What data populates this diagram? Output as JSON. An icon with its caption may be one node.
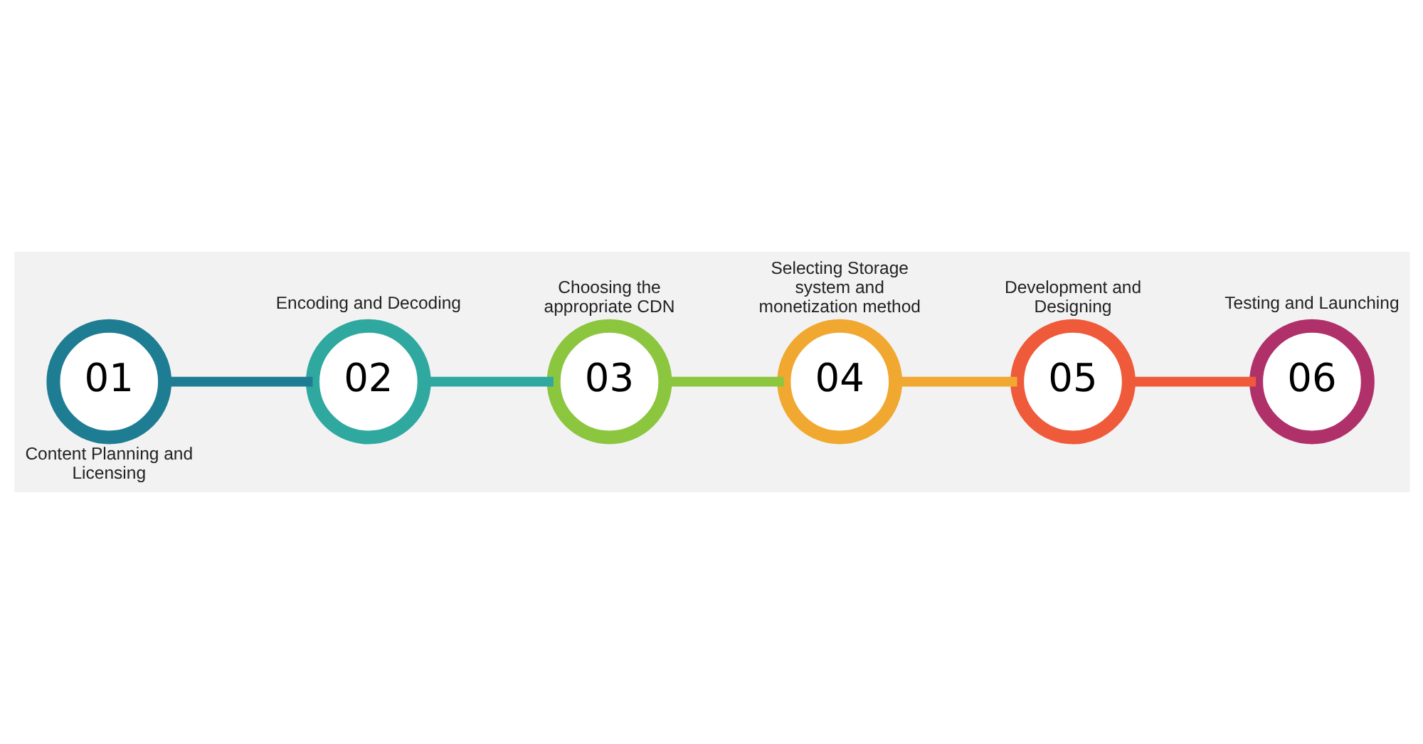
{
  "diagram": {
    "nodes": [
      {
        "text": [
          "01"
        ],
        "beside": [
          "Content Planning and Licensing"
        ]
      },
      {
        "text": [
          "02"
        ],
        "beside": [
          "Encoding and Decoding"
        ]
      },
      {
        "text": [
          "03"
        ],
        "beside": [
          "Choosing the appropriate CDN"
        ]
      },
      {
        "text": [
          "04"
        ],
        "beside": [
          "Selecting Storage system and monetization method"
        ]
      },
      {
        "text": [
          "05"
        ],
        "beside": [
          "Development and Designing"
        ]
      },
      {
        "text": [
          "06"
        ],
        "beside": [
          "Testing and Launching"
        ]
      }
    ],
    "edges": [
      {
        "from": 0,
        "to": 1,
        "arrow": "none",
        "color": "#1e7d93"
      },
      {
        "from": 1,
        "to": 2,
        "arrow": "none",
        "color": "#2fa8a0"
      },
      {
        "from": 2,
        "to": 3,
        "arrow": "none",
        "color": "#8cc63f"
      },
      {
        "from": 3,
        "to": 4,
        "arrow": "none",
        "color": "#f0a830"
      },
      {
        "from": 4,
        "to": 5,
        "arrow": "none",
        "color": "#ee5a3a"
      }
    ]
  }
}
